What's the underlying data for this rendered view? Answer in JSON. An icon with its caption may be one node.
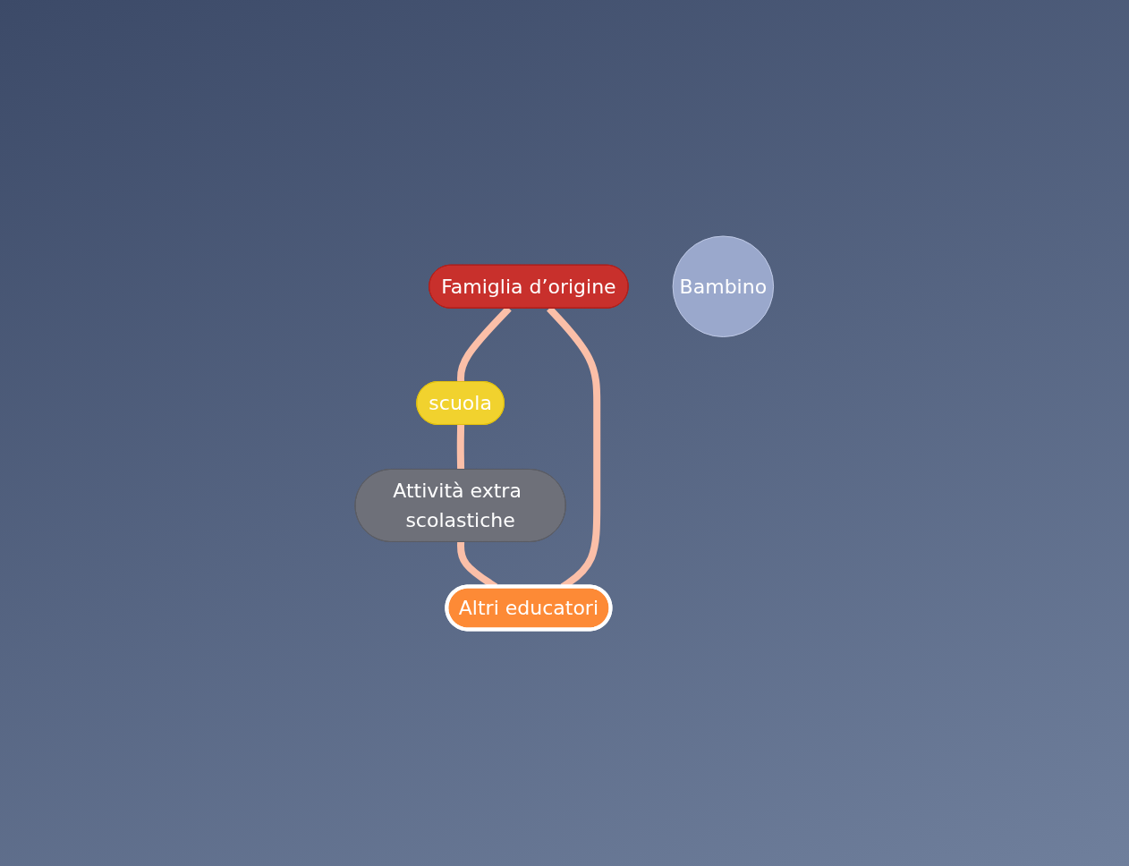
{
  "diagram": {
    "nodes": [
      {
        "text": [
          "Famiglia d’origine"
        ]
      },
      {
        "text": [
          "Altri educatori"
        ]
      },
      {
        "text": [
          "Bambino"
        ]
      },
      {
        "text": [
          "scuola"
        ]
      },
      {
        "text": [
          "Attività extra scolastiche"
        ]
      }
    ],
    "edges": [
      {
        "from": 0,
        "to": 3,
        "arrow": "none"
      },
      {
        "from": 3,
        "to": 4,
        "arrow": "none"
      },
      {
        "from": 4,
        "to": 1,
        "arrow": "none"
      },
      {
        "from": 1,
        "to": 0,
        "arrow": "none"
      }
    ]
  }
}
